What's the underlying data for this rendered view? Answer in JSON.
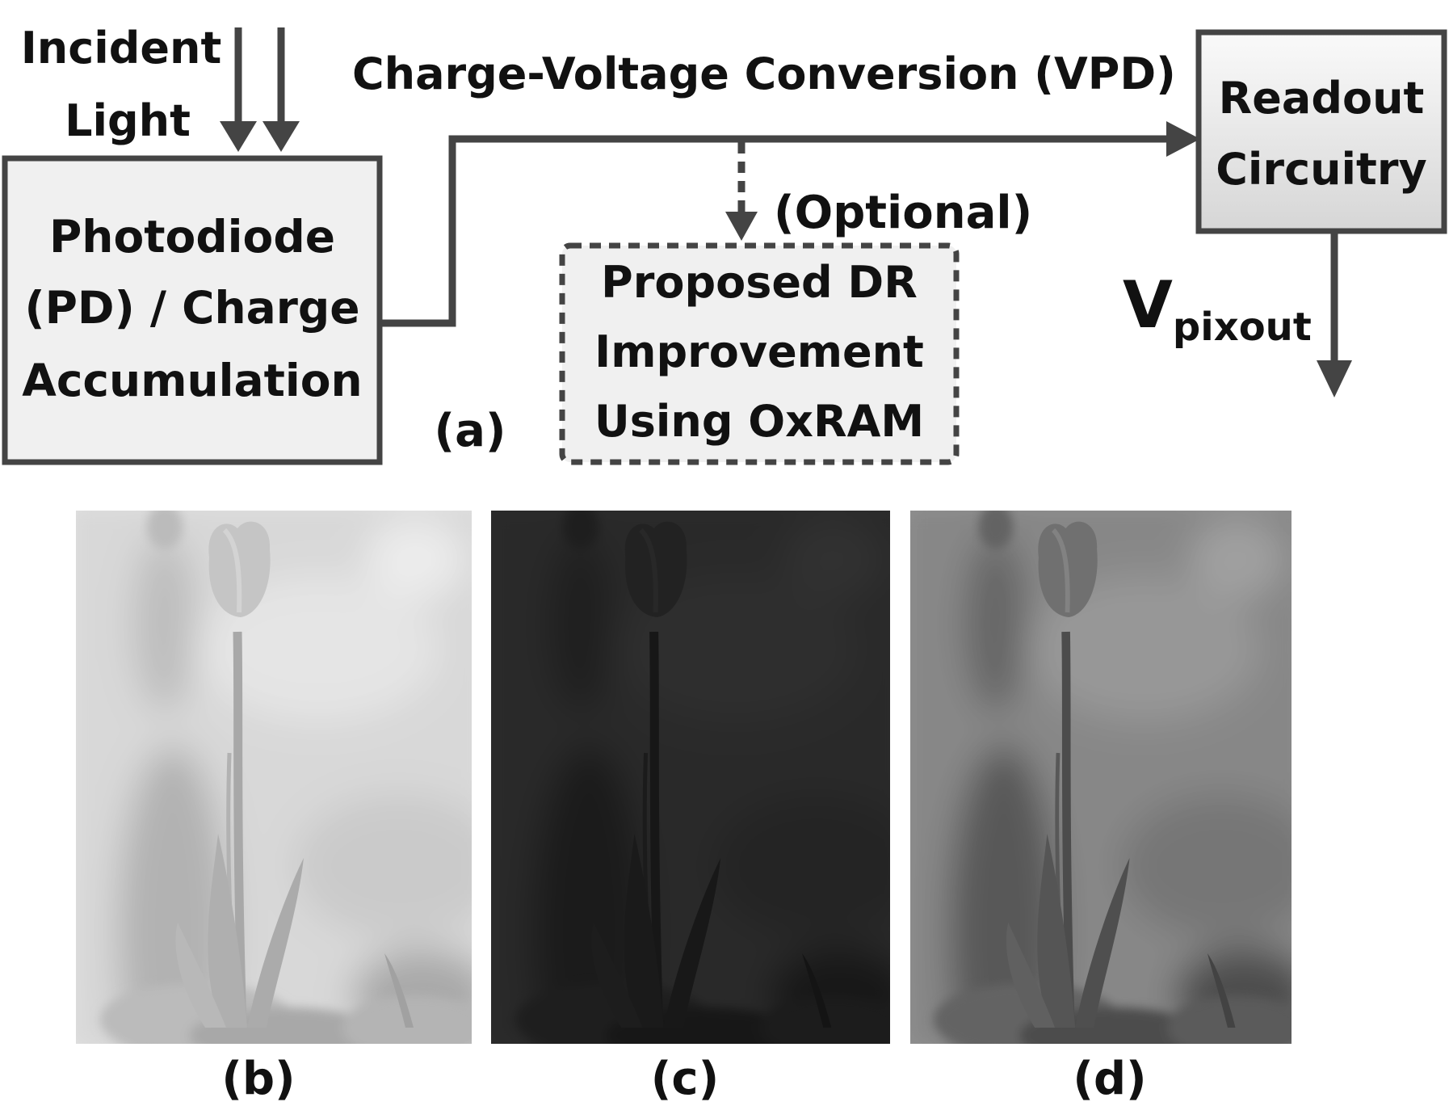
{
  "diagram": {
    "incident_light": [
      "Incident",
      "Light"
    ],
    "photodiode_box": [
      "Photodiode",
      "(PD) / Charge",
      "Accumulation"
    ],
    "conversion_label": "Charge-Voltage Conversion (VPD)",
    "readout_box": [
      "Readout",
      "Circuitry"
    ],
    "optional_label": "(Optional)",
    "proposed_box": [
      "Proposed DR",
      "Improvement",
      "Using OxRAM"
    ],
    "vout_main": "V",
    "vout_sub": "pixout",
    "panel_a": "(a)"
  },
  "panels": {
    "b": {
      "label": "(b)",
      "exposure": "overexposed"
    },
    "c": {
      "label": "(c)",
      "exposure": "underexposed"
    },
    "d": {
      "label": "(d)",
      "exposure": "dynamic-range-improved"
    }
  },
  "colors": {
    "line": "#444444",
    "box_fill": "#f0f0f0",
    "text": "#111111"
  }
}
